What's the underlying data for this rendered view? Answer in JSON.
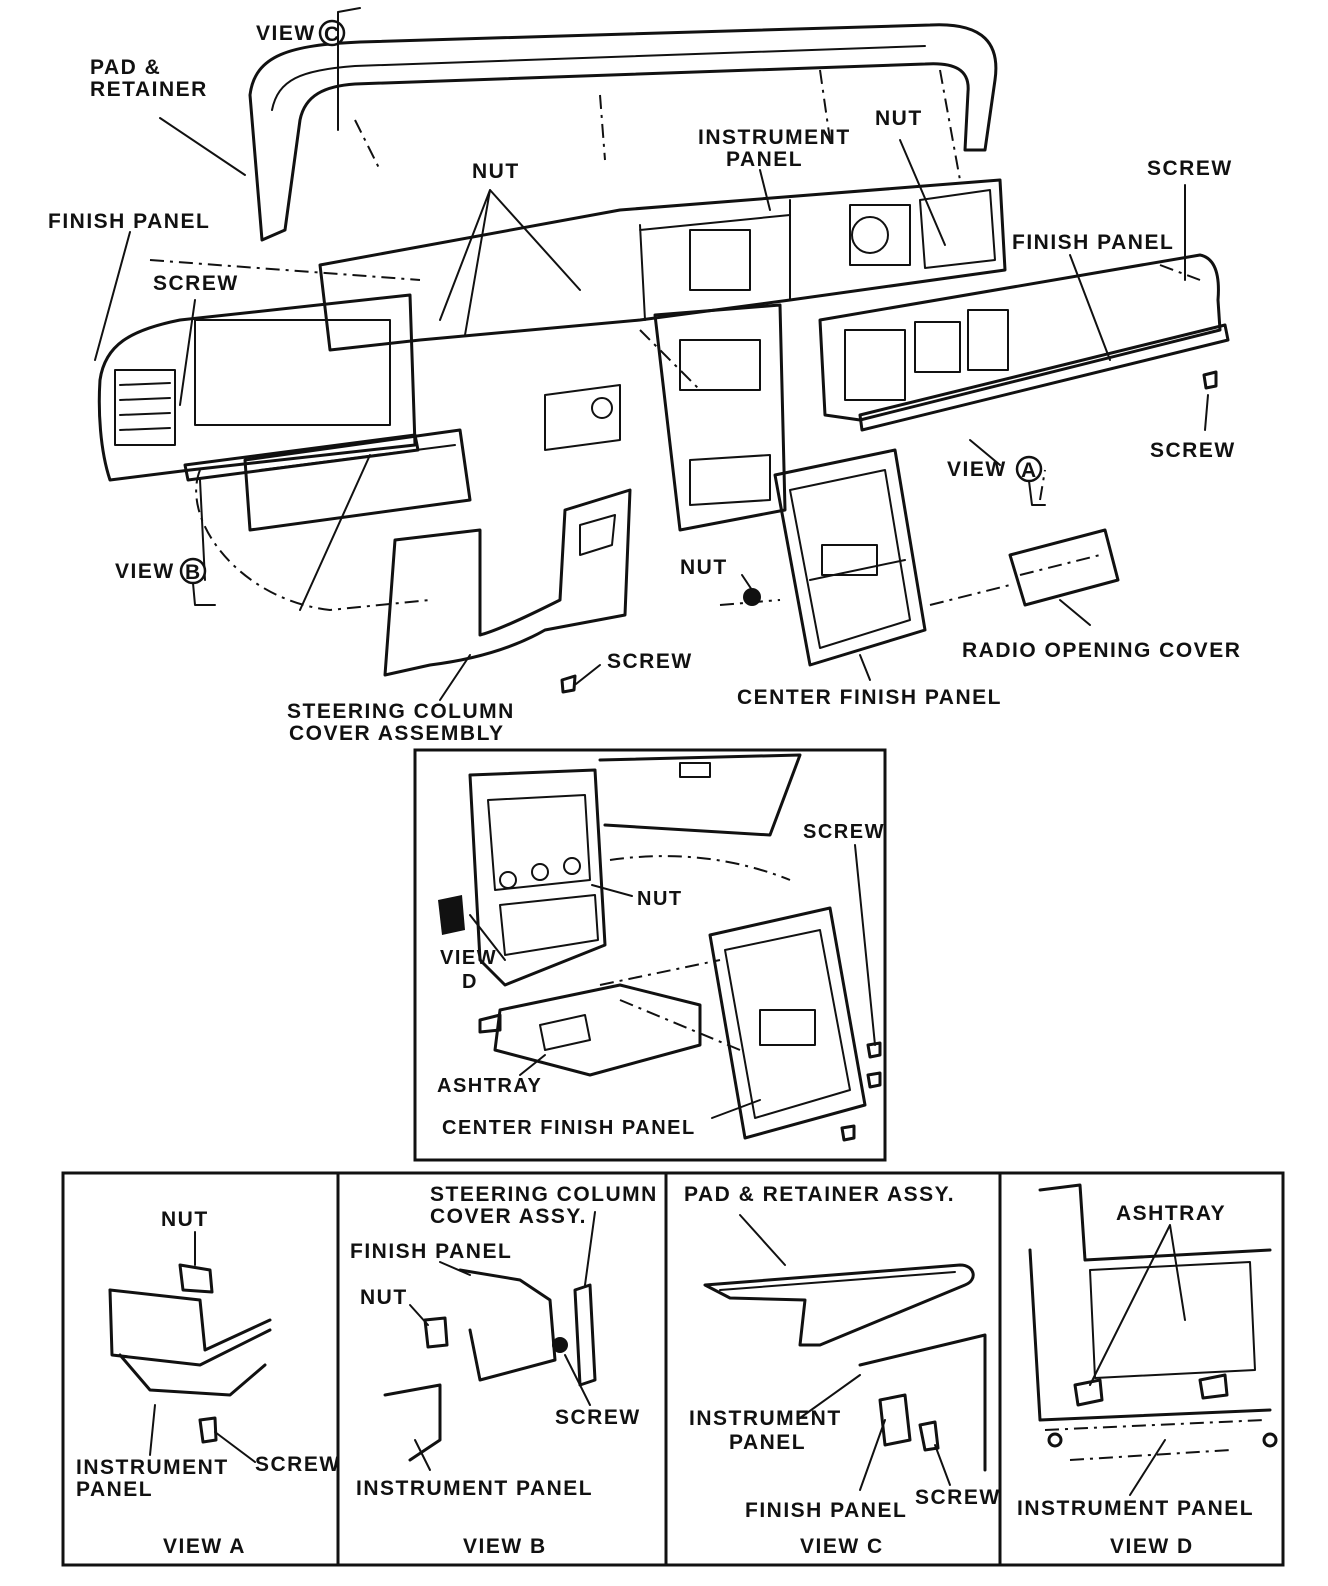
{
  "main": {
    "labels": {
      "view_c": "VIEW",
      "view_c_letter": "C",
      "pad_retainer_1": "PAD &",
      "pad_retainer_2": "RETAINER",
      "nut_top_left": "NUT",
      "instrument_panel_1": "INSTRUMENT",
      "instrument_panel_2": "PANEL",
      "nut_top_right": "NUT",
      "screw_top_right": "SCREW",
      "finish_panel_left": "FINISH PANEL",
      "finish_panel_right": "FINISH PANEL",
      "screw_left": "SCREW",
      "screw_right": "SCREW",
      "view_a": "VIEW",
      "view_a_letter": "A",
      "view_b": "VIEW",
      "view_b_letter": "B",
      "nut_center": "NUT",
      "radio_opening_cover": "RADIO OPENING COVER",
      "screw_bottom": "SCREW",
      "steering_column_1": "STEERING COLUMN",
      "steering_column_2": "COVER ASSEMBLY",
      "center_finish_panel": "CENTER FINISH PANEL"
    }
  },
  "inset": {
    "labels": {
      "screw": "SCREW",
      "nut": "NUT",
      "view_d_1": "VIEW",
      "view_d_2": "D",
      "ashtray": "ASHTRAY",
      "center_finish_panel": "CENTER FINISH PANEL"
    }
  },
  "views": [
    {
      "id": "a",
      "labels": {
        "nut": "NUT",
        "instrument_panel_1": "INSTRUMENT",
        "instrument_panel_2": "PANEL",
        "screw": "SCREW"
      },
      "caption": "VIEW A"
    },
    {
      "id": "b",
      "labels": {
        "steering_1": "STEERING COLUMN",
        "steering_2": "COVER ASSY.",
        "finish_panel": "FINISH PANEL",
        "nut": "NUT",
        "screw": "SCREW",
        "instrument_panel": "INSTRUMENT PANEL"
      },
      "caption": "VIEW B"
    },
    {
      "id": "c",
      "labels": {
        "pad_retainer": "PAD & RETAINER ASSY.",
        "instrument_panel_1": "INSTRUMENT",
        "instrument_panel_2": "PANEL",
        "finish_panel": "FINISH PANEL",
        "screw": "SCREW"
      },
      "caption": "VIEW C"
    },
    {
      "id": "d",
      "labels": {
        "ashtray": "ASHTRAY",
        "instrument_panel": "INSTRUMENT PANEL"
      },
      "caption": "VIEW D"
    }
  ]
}
